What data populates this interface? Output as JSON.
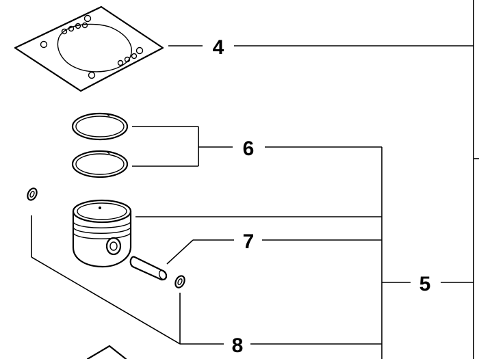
{
  "callouts": {
    "gasket": "4",
    "assembly": "5",
    "rings": "6",
    "pin": "7",
    "circlips": "8"
  },
  "parts": {
    "gasket_icon": "cylinder-gasket",
    "rings_icon": "piston-rings",
    "piston_icon": "piston",
    "pin_icon": "piston-pin",
    "clip_icon": "circlip"
  }
}
